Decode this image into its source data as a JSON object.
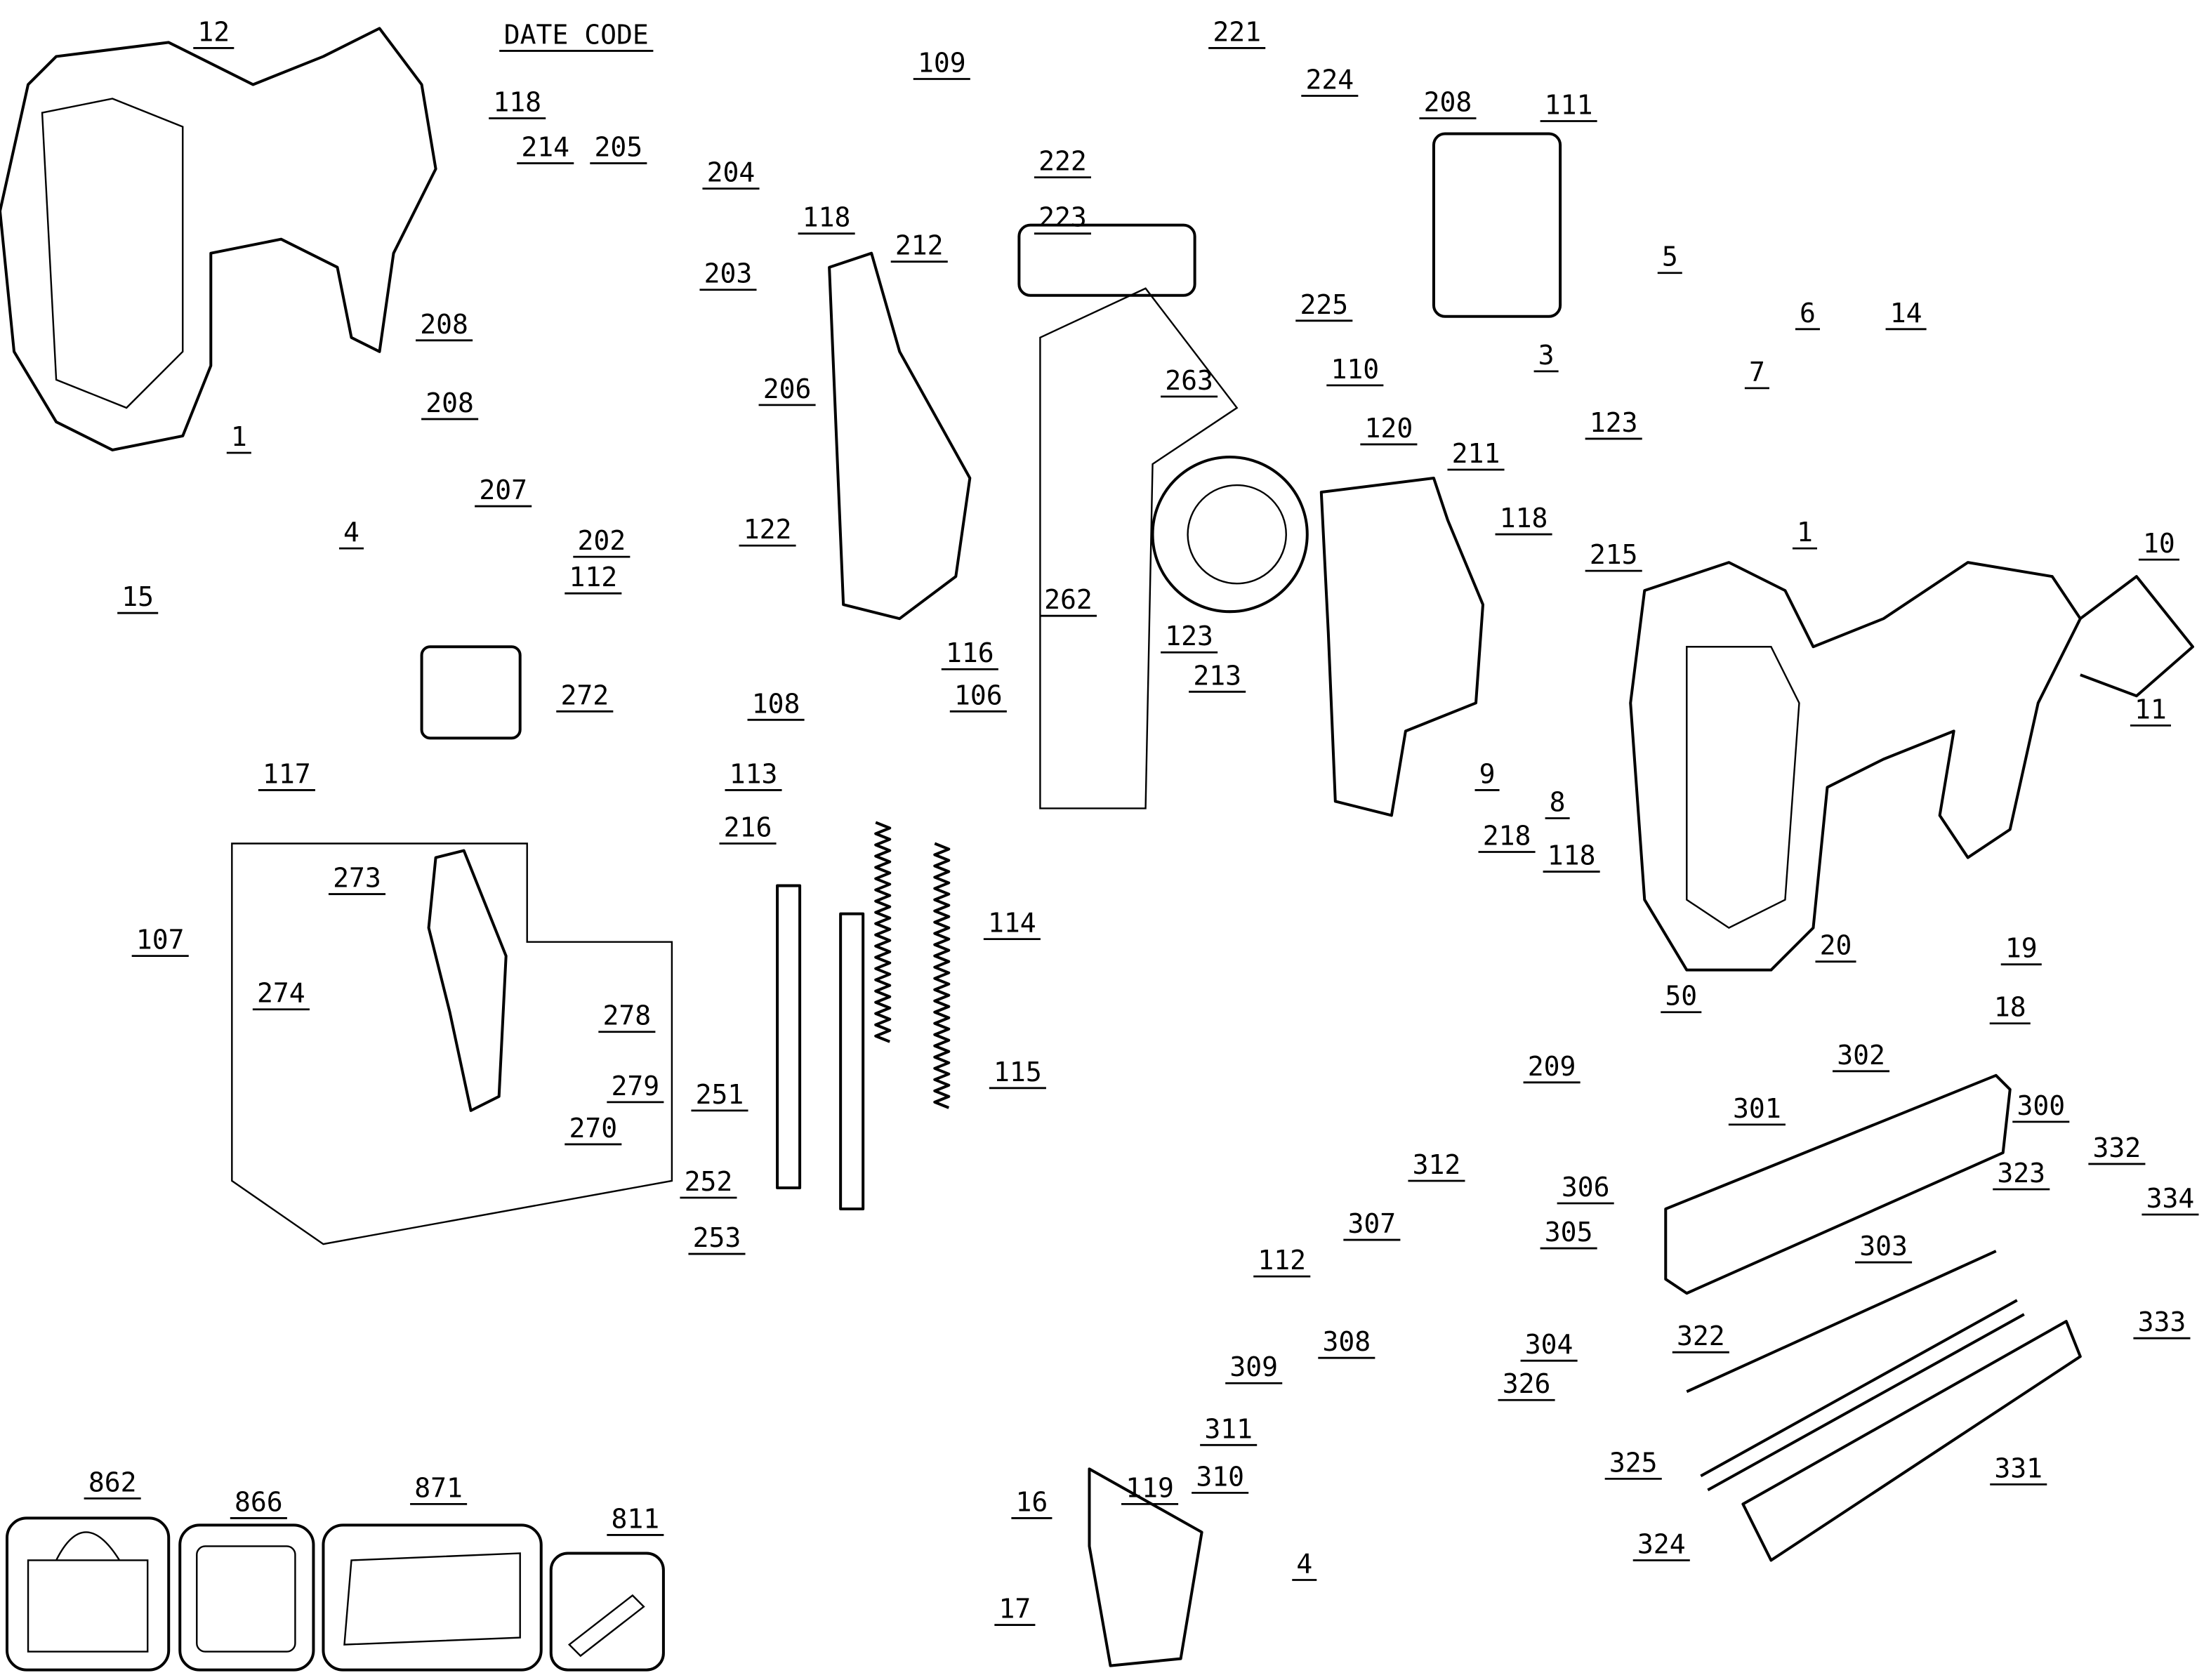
{
  "diagram": {
    "date_code_label": "DATE CODE",
    "part_labels": [
      "12",
      "118",
      "214",
      "205",
      "204",
      "208",
      "203",
      "118",
      "212",
      "206",
      "208",
      "207",
      "202",
      "112",
      "122",
      "116",
      "262",
      "106",
      "263",
      "272",
      "1",
      "4",
      "15",
      "117",
      "273",
      "274",
      "107",
      "278",
      "279",
      "270",
      "108",
      "113",
      "216",
      "114",
      "251",
      "252",
      "253",
      "115",
      "109",
      "221",
      "224",
      "208",
      "222",
      "223",
      "225",
      "111",
      "5",
      "6",
      "14",
      "3",
      "7",
      "110",
      "120",
      "123",
      "211",
      "118",
      "215",
      "123",
      "213",
      "9",
      "8",
      "218",
      "118",
      "1",
      "10",
      "11",
      "20",
      "19",
      "18",
      "302",
      "50",
      "209",
      "301",
      "300",
      "323",
      "332",
      "334",
      "303",
      "333",
      "312",
      "306",
      "305",
      "307",
      "304",
      "112",
      "308",
      "309",
      "311",
      "310",
      "326",
      "322",
      "325",
      "324",
      "331",
      "119",
      "16",
      "4",
      "17"
    ],
    "accessory_labels": [
      "862",
      "866",
      "871",
      "811"
    ],
    "line_color": "#000000",
    "background_color": "#ffffff"
  }
}
